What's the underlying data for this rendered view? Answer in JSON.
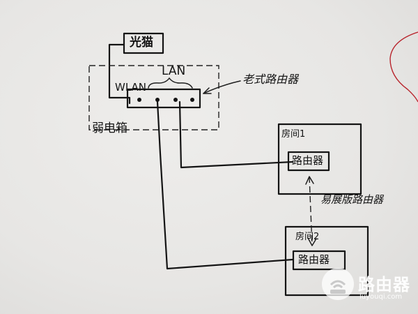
{
  "labels": {
    "modem": "光猫",
    "weak_box": "弱电箱",
    "wan": "WLAN",
    "lan": "LAN",
    "desktop_router": "老式路由器",
    "room1": "房间1",
    "room2": "房间2",
    "router1": "路由器",
    "router2": "路由器",
    "relation": "易展版路由器"
  },
  "watermark": {
    "title": "路由器",
    "url": "luyouqi.com"
  },
  "colors": {
    "ink": "#141414",
    "paper": "#e7e6e4",
    "red_curve": "#b8242c",
    "watermark": "#ffffff"
  }
}
